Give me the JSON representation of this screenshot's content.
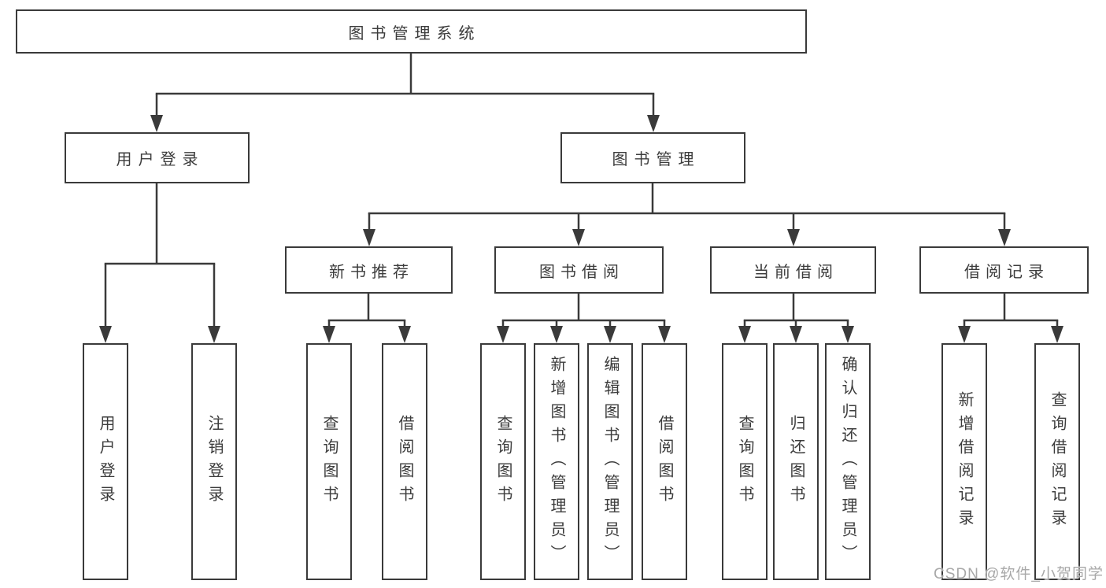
{
  "diagram": {
    "type": "hierarchy-tree",
    "tree": {
      "label": "图书管理系统",
      "children": [
        {
          "label": "用户登录",
          "children": [
            {
              "label": "用户登录"
            },
            {
              "label": "注销登录"
            }
          ]
        },
        {
          "label": "图书管理",
          "children": [
            {
              "label": "新书推荐",
              "children": [
                {
                  "label": "查询图书"
                },
                {
                  "label": "借阅图书"
                }
              ]
            },
            {
              "label": "图书借阅",
              "children": [
                {
                  "label": "查询图书"
                },
                {
                  "label": "新增图书（管理员）"
                },
                {
                  "label": "编辑图书（管理员）"
                },
                {
                  "label": "借阅图书"
                }
              ]
            },
            {
              "label": "当前借阅",
              "children": [
                {
                  "label": "查询图书"
                },
                {
                  "label": "归还图书"
                },
                {
                  "label": "确认归还（管理员）"
                }
              ]
            },
            {
              "label": "借阅记录",
              "children": [
                {
                  "label": "新增借阅记录"
                },
                {
                  "label": "查询借阅记录"
                }
              ]
            }
          ]
        }
      ]
    },
    "colors": {
      "line": "#3a3a3a",
      "box_border": "#3a3a3a",
      "box_fill": "#ffffff",
      "text": "#3c3c3c",
      "background": "#ffffff",
      "watermark": "#a8a8a8"
    }
  },
  "watermark": {
    "text": "CSDN @软件_小贺同学"
  }
}
